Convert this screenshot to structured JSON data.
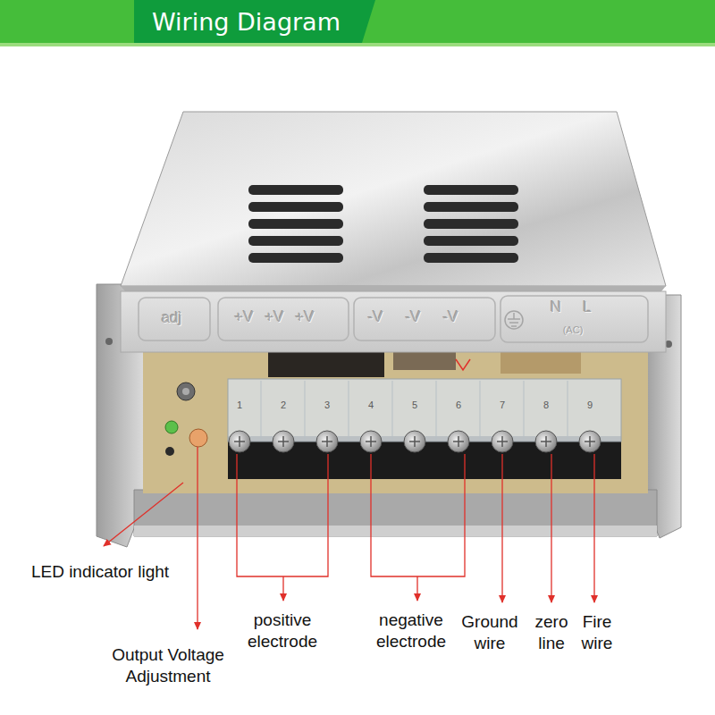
{
  "diagram": {
    "title": "Wiring Diagram",
    "labels": [
      "adj",
      "+V",
      "+V",
      "+V",
      "-V",
      "-V",
      "-V",
      "N",
      "L",
      "(AC)",
      "1",
      "2",
      "3",
      "4",
      "5",
      "6",
      "7",
      "8",
      "9",
      "LED indicator light",
      "Output Voltage Adjustment",
      "positive electrode",
      "negative electrode",
      "Ground wire",
      "zero line",
      "Fire wire"
    ]
  }
}
